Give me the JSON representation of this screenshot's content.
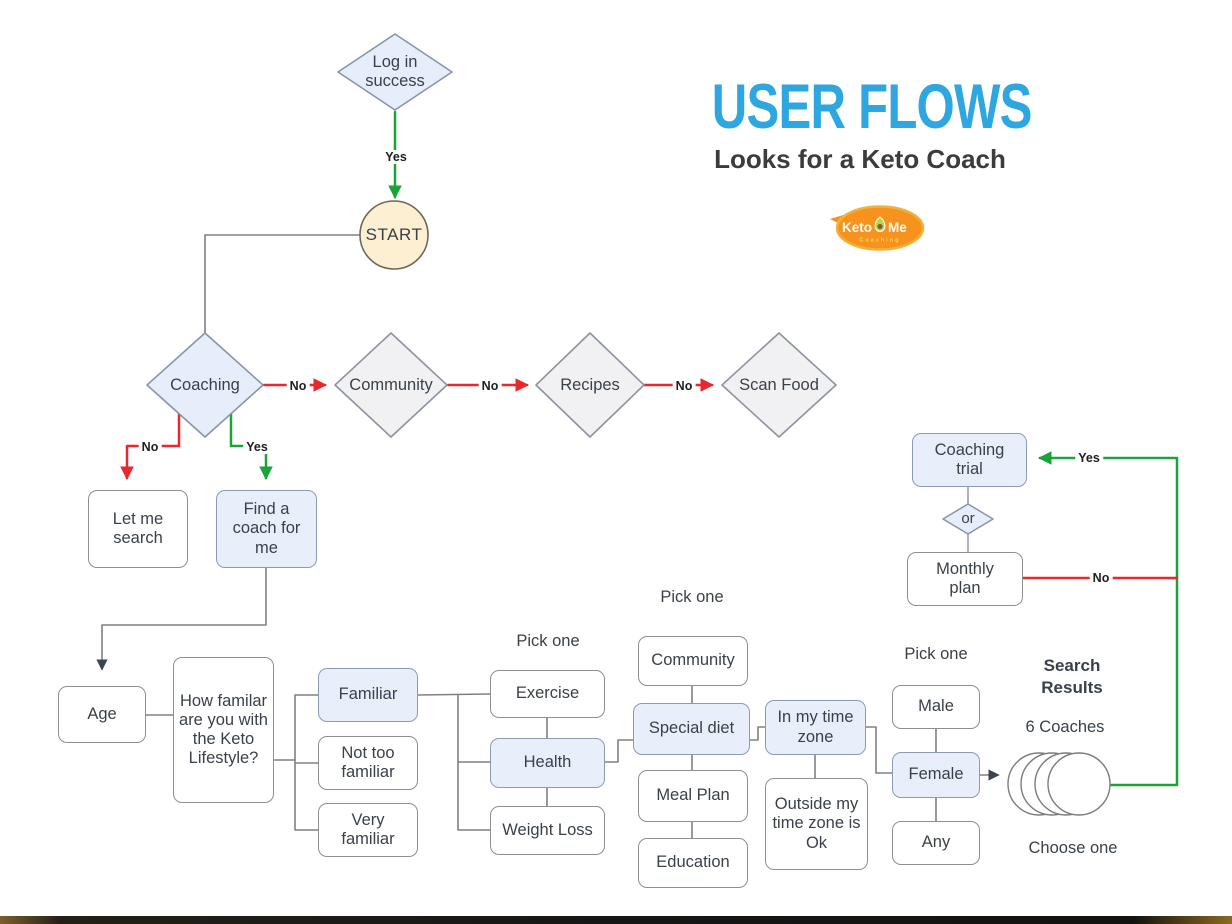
{
  "header": {
    "title": "USER FLOWS",
    "subtitle": "Looks for a Keto Coach"
  },
  "logo": {
    "word_left": "Keto",
    "word_right": "Me",
    "tagline": "Coaching"
  },
  "nodes": {
    "login": "Log in success",
    "start": "START",
    "coaching": "Coaching",
    "community": "Community",
    "recipes": "Recipes",
    "scan_food": "Scan Food",
    "let_me_search": "Let me search",
    "find_coach": "Find a coach for me",
    "age": "Age",
    "how_familiar": "How familar are you with the Keto Lifestyle?",
    "familiar": "Familiar",
    "not_too_familiar": "Not too familiar",
    "very_familiar": "Very familiar",
    "exercise": "Exercise",
    "health": "Health",
    "weight_loss": "Weight Loss",
    "community_focus": "Community",
    "special_diet": "Special diet",
    "meal_plan": "Meal Plan",
    "education": "Education",
    "in_time_zone": "In my time zone",
    "outside_zone": "Outside my time zone is Ok",
    "male": "Male",
    "female": "Female",
    "any": "Any",
    "coaching_trial": "Coaching trial",
    "or": "or",
    "monthly_plan": "Monthly plan"
  },
  "labels": {
    "pick_one_1": "Pick one",
    "pick_one_2": "Pick one",
    "pick_one_3": "Pick one",
    "search_results": "Search Results",
    "six_coaches": "6 Coaches",
    "choose_one": "Choose one"
  },
  "edge_labels": {
    "login_yes": "Yes",
    "coaching_to_community_no": "No",
    "community_to_recipes_no": "No",
    "recipes_to_scanfood_no": "No",
    "coaching_search_no": "No",
    "coaching_findcoach_yes": "Yes",
    "trial_yes": "Yes",
    "monthly_no": "No"
  },
  "colors": {
    "accent_green": "#1aa339",
    "accent_red": "#e8282c",
    "node_blue_fill": "#e8effb",
    "diamond_gray_fill": "#f1f1f4",
    "start_fill": "#fcefd2",
    "title_blue": "#2ea7e0",
    "logo_orange": "#f6921e"
  }
}
